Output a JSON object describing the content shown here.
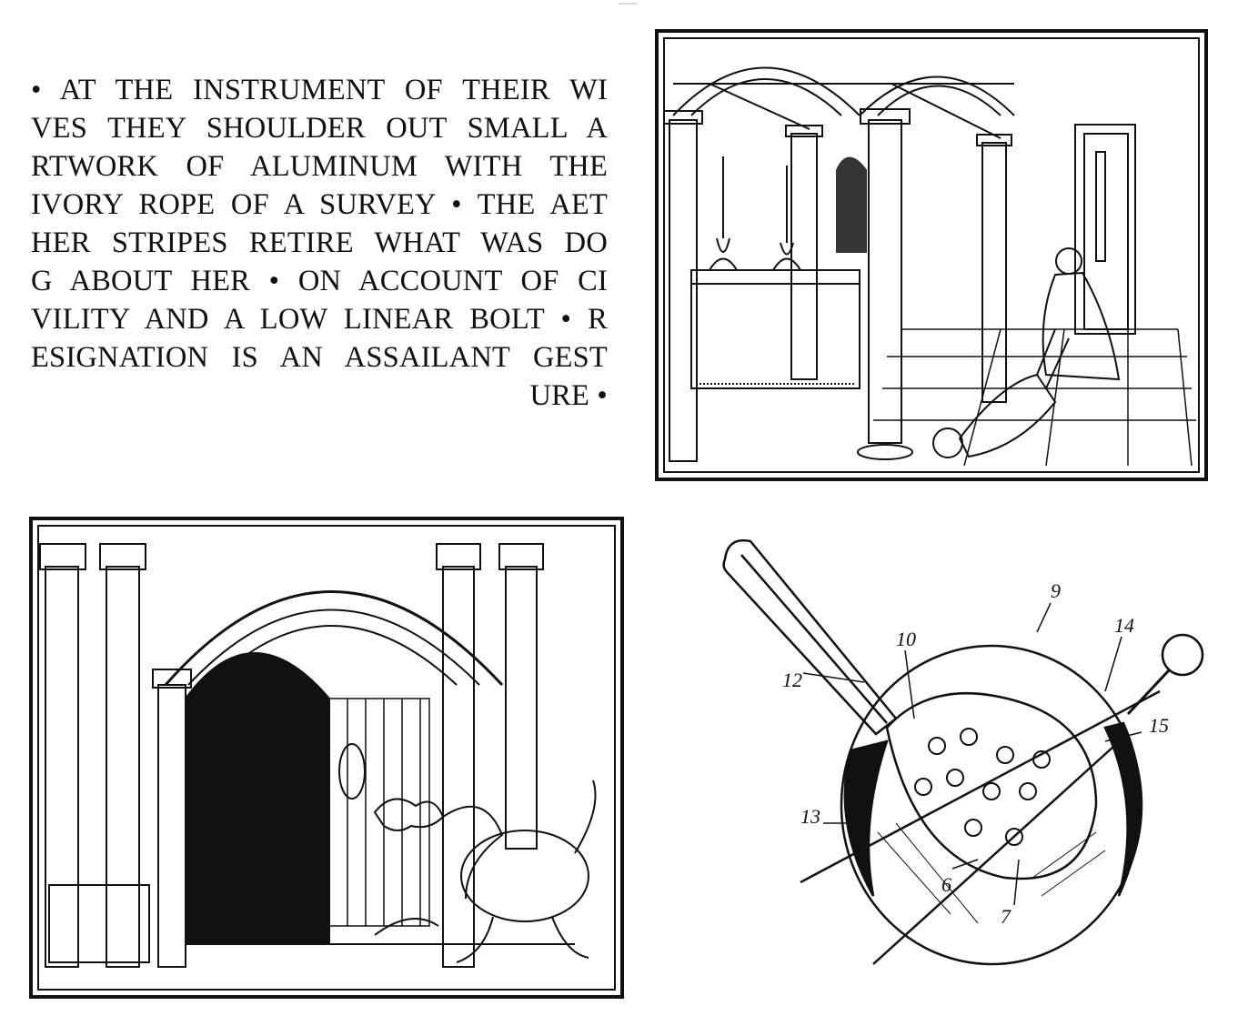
{
  "poem": {
    "lines": [
      "• AT THE INSTRUMENT OF THEIR WI",
      "VES THEY SHOULDER OUT SMALL A",
      "RTWORK OF ALUMINUM WITH THE",
      "IVORY ROPE OF A SURVEY • THE AET",
      "HER STRIPES RETIRE WHAT WAS DO",
      "G ABOUT HER • ON ACCOUNT OF CI",
      "VILITY AND A LOW LINEAR BOLT • R",
      "ESIGNATION IS AN ASSAILANT GEST",
      "URE •"
    ]
  },
  "patent_figure": {
    "labels": [
      "9",
      "10",
      "14",
      "12",
      "15",
      "13",
      "6",
      "7"
    ]
  }
}
